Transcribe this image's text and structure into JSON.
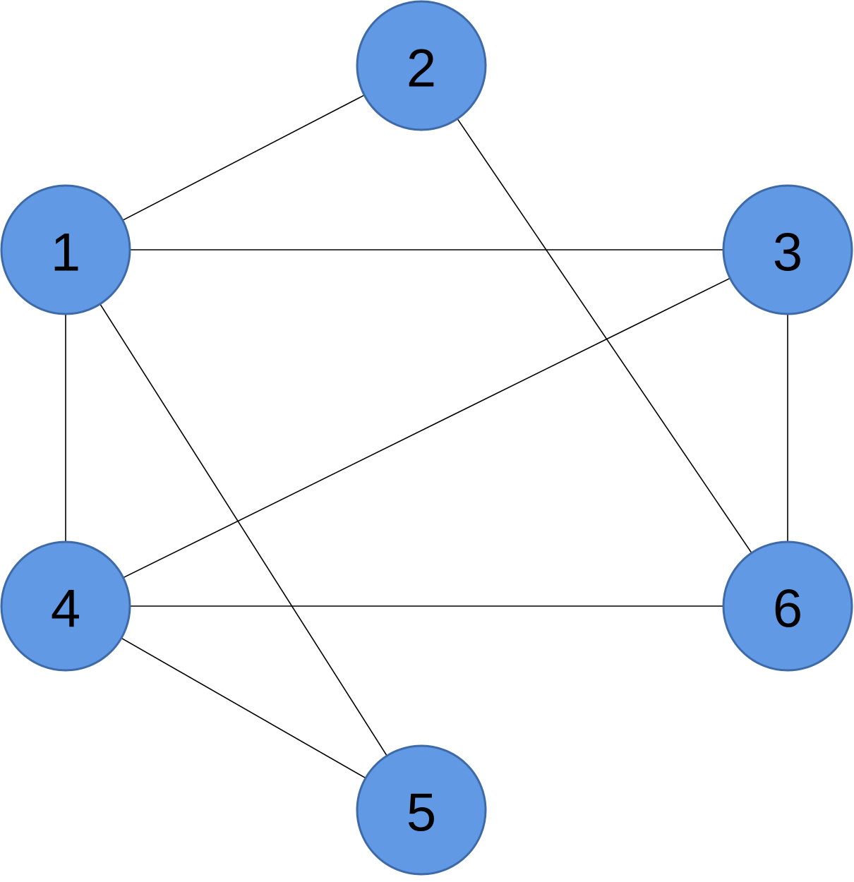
{
  "graph": {
    "nodes": [
      {
        "id": "1",
        "label": "1"
      },
      {
        "id": "2",
        "label": "2"
      },
      {
        "id": "3",
        "label": "3"
      },
      {
        "id": "4",
        "label": "4"
      },
      {
        "id": "5",
        "label": "5"
      },
      {
        "id": "6",
        "label": "6"
      }
    ],
    "edges": [
      [
        "1",
        "2"
      ],
      [
        "1",
        "3"
      ],
      [
        "1",
        "4"
      ],
      [
        "1",
        "5"
      ],
      [
        "2",
        "6"
      ],
      [
        "3",
        "4"
      ],
      [
        "3",
        "6"
      ],
      [
        "4",
        "5"
      ],
      [
        "4",
        "6"
      ]
    ]
  },
  "colors": {
    "node_fill": "#6199E4",
    "node_stroke": "#3E6AA8",
    "edge": "#000000",
    "label": "#000000",
    "background": "#FFFFFF"
  }
}
